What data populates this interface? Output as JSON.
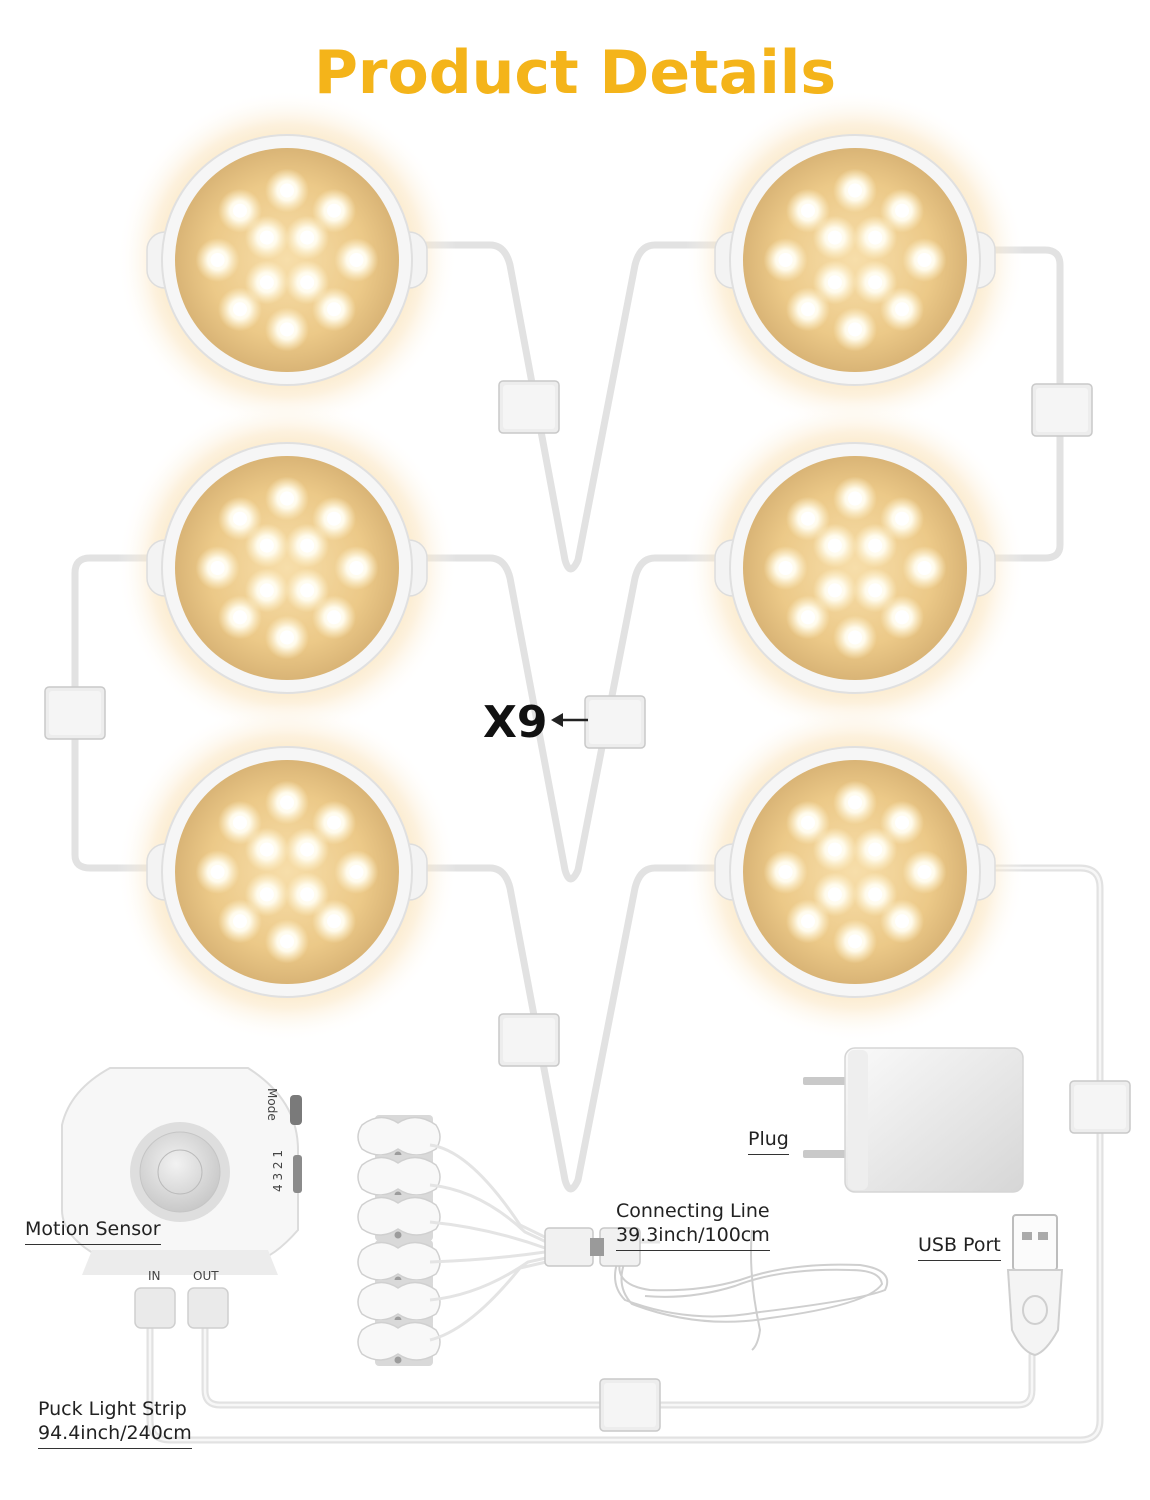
{
  "title": "Product Details",
  "quantity": "X9",
  "labels": {
    "motion_sensor": "Motion Sensor",
    "connecting_line_name": "Connecting Line",
    "connecting_line_length": "39.3inch/100cm",
    "plug": "Plug",
    "usb_port": "USB Port",
    "puck_strip_name": "Puck Light Strip",
    "puck_strip_length": "94.4inch/240cm"
  },
  "sensor_text": {
    "mode": "Mode",
    "in": "IN",
    "out": "OUT",
    "levels": "4 3 2 1"
  },
  "colors": {
    "title": "#f4b41a",
    "glow": "#fbe3b0",
    "led": "#fffdf5",
    "wire": "#e3e3e3"
  }
}
